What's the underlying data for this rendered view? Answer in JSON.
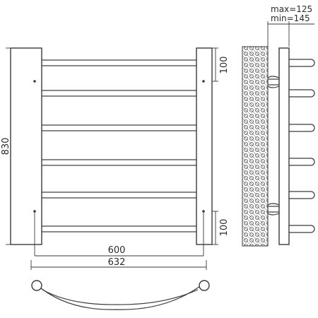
{
  "dimensions": {
    "height": "830",
    "top_offset": "100",
    "bottom_offset": "100",
    "inner_width": "600",
    "outer_width": "632",
    "max_label": "max=125",
    "min_label": "min=145"
  },
  "colors": {
    "line": "#3a3a3a",
    "background": "#ffffff"
  }
}
